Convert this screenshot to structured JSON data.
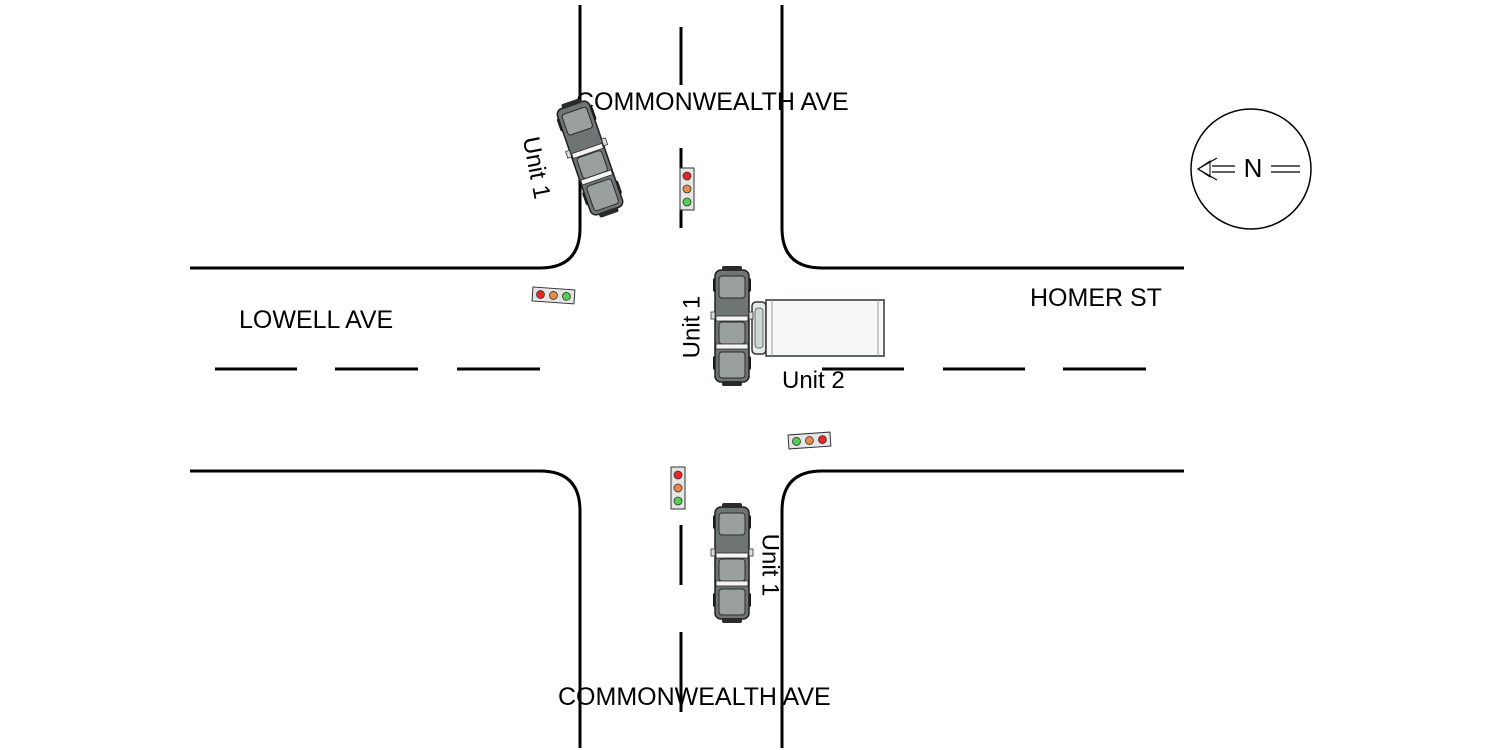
{
  "streets": {
    "north_label": "COMMONWEALTH AVE",
    "south_label": "COMMONWEALTH AVE",
    "west_label": "LOWELL AVE",
    "east_label": "HOMER ST"
  },
  "compass": {
    "letter": "N",
    "direction": "left"
  },
  "vehicles": {
    "unit1_north_label": "Unit 1",
    "unit1_center_label": "Unit 1",
    "unit1_south_label": "Unit 1",
    "unit2_label": "Unit 2"
  },
  "signal_colors": {
    "red": "#e8262a",
    "amber": "#e88a4a",
    "green": "#4fd04f"
  },
  "vehicle_colors": {
    "pickup": "#6f7575",
    "truck_box": "#f7f9f9"
  }
}
